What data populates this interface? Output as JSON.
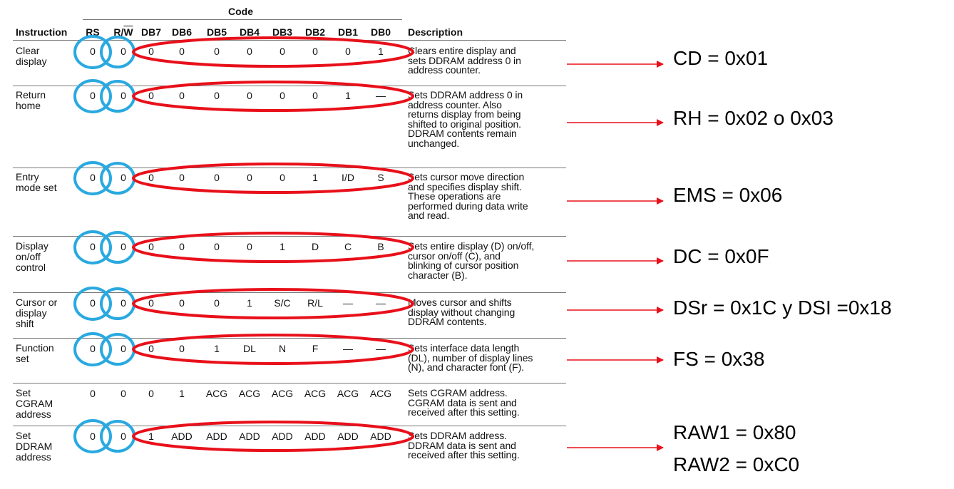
{
  "header": {
    "code_label": "Code",
    "instruction_label": "Instruction",
    "description_label": "Description",
    "columns": [
      "RS",
      "R/W",
      "DB7",
      "DB6",
      "DB5",
      "DB4",
      "DB3",
      "DB2",
      "DB1",
      "DB0"
    ]
  },
  "rows": [
    {
      "name": [
        "Clear",
        "display"
      ],
      "code": [
        "0",
        "0",
        "0",
        "0",
        "0",
        "0",
        "0",
        "0",
        "0",
        "1"
      ],
      "description": [
        "Clears entire display and",
        "sets DDRAM address 0 in",
        "address counter."
      ],
      "highlighted": true
    },
    {
      "name": [
        "Return",
        "home"
      ],
      "code": [
        "0",
        "0",
        "0",
        "0",
        "0",
        "0",
        "0",
        "0",
        "1",
        "—"
      ],
      "description": [
        "Sets DDRAM address 0 in",
        "address counter. Also",
        "returns display from being",
        "shifted to original position.",
        "DDRAM contents remain",
        "unchanged."
      ],
      "highlighted": true
    },
    {
      "name": [
        "Entry",
        "mode set"
      ],
      "code": [
        "0",
        "0",
        "0",
        "0",
        "0",
        "0",
        "0",
        "1",
        "I/D",
        "S"
      ],
      "description": [
        "Sets cursor move direction",
        "and specifies display shift.",
        "These operations are",
        "performed during data write",
        "and read."
      ],
      "highlighted": true
    },
    {
      "name": [
        "Display",
        "on/off",
        "control"
      ],
      "code": [
        "0",
        "0",
        "0",
        "0",
        "0",
        "0",
        "1",
        "D",
        "C",
        "B"
      ],
      "description": [
        "Sets entire display (D) on/off,",
        "cursor on/off (C), and",
        "blinking of cursor position",
        "character (B)."
      ],
      "highlighted": true
    },
    {
      "name": [
        "Cursor or",
        "display",
        "shift"
      ],
      "code": [
        "0",
        "0",
        "0",
        "0",
        "0",
        "1",
        "S/C",
        "R/L",
        "—",
        "—"
      ],
      "description": [
        "Moves cursor and shifts",
        "display without changing",
        "DDRAM contents."
      ],
      "highlighted": true
    },
    {
      "name": [
        "Function",
        "set"
      ],
      "code": [
        "0",
        "0",
        "0",
        "0",
        "1",
        "DL",
        "N",
        "F",
        "—",
        "—"
      ],
      "description": [
        "Sets interface data length",
        "(DL), number of display lines",
        "(N), and character font (F)."
      ],
      "highlighted": true
    },
    {
      "name": [
        "Set",
        "CGRAM",
        "address"
      ],
      "code": [
        "0",
        "0",
        "0",
        "1",
        "ACG",
        "ACG",
        "ACG",
        "ACG",
        "ACG",
        "ACG"
      ],
      "description": [
        "Sets CGRAM address.",
        "CGRAM data is sent and",
        "received after this setting."
      ],
      "highlighted": false
    },
    {
      "name": [
        "Set",
        "DDRAM",
        "address"
      ],
      "code": [
        "0",
        "0",
        "1",
        "ADD",
        "ADD",
        "ADD",
        "ADD",
        "ADD",
        "ADD",
        "ADD"
      ],
      "description": [
        "Sets DDRAM address.",
        "DDRAM data is sent and",
        "received after this setting."
      ],
      "highlighted": true
    }
  ],
  "results": [
    {
      "lines": [
        "CD = 0x01"
      ]
    },
    {
      "lines": [
        "RH = 0x02 o 0x03"
      ]
    },
    {
      "lines": [
        "EMS = 0x06"
      ]
    },
    {
      "lines": [
        "DC = 0x0F"
      ]
    },
    {
      "lines": [
        "DSr = 0x1C y DSI =0x18"
      ]
    },
    {
      "lines": [
        "FS = 0x38"
      ]
    },
    {
      "lines": [
        "RAW1 = 0x80",
        "RAW2 = 0xC0"
      ]
    }
  ],
  "colors": {
    "blue_circle": "#2aa9e0",
    "red_ellipse": "#e8101a",
    "arrow": "#e8101a",
    "rule": "#777777"
  }
}
